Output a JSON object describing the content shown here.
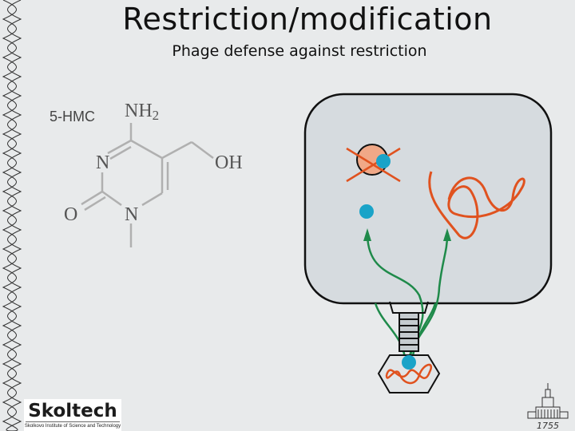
{
  "title": "Restriction/modification",
  "subtitle": "Phage defense against restriction",
  "molecule": {
    "name": "5-HMC",
    "amine": "NH",
    "amine_sub": "2",
    "ring_n_top": "N",
    "ring_n_bottom": "N",
    "carbonyl_o": "O",
    "hydroxyl": "OH"
  },
  "logo": {
    "name": "Skoltech",
    "tagline": "Skolkovo Institute of Science and Technology"
  },
  "emblem_year": "1755",
  "colors": {
    "background": "#e8eaeb",
    "cell_fill": "#d6dbdf",
    "phage_dna": "#e0521f",
    "injection_path": "#1f8a4a",
    "methylation_dot": "#1aa3c8",
    "restriction_enzyme": "#f0a887"
  }
}
